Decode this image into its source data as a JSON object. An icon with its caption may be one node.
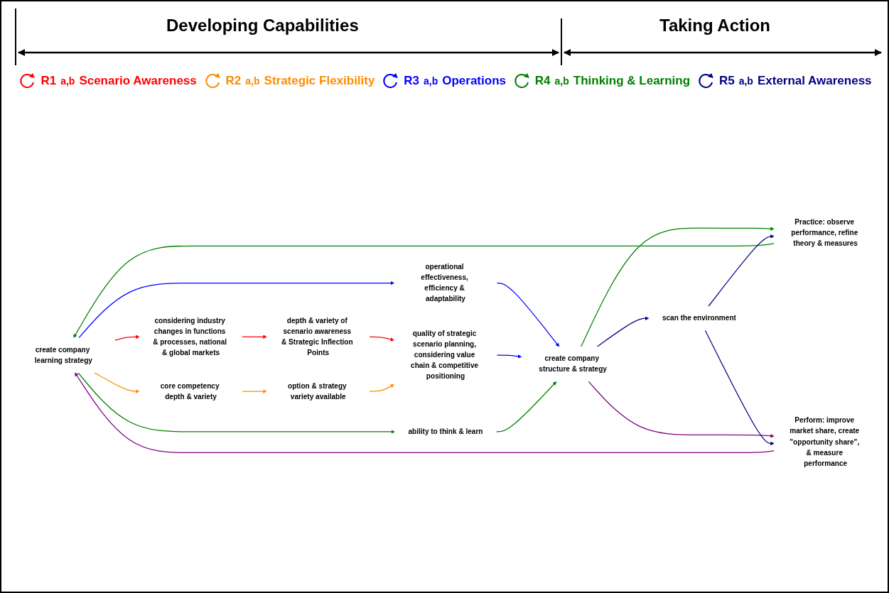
{
  "diagram": {
    "nodes": [
      {
        "text": [
          "create company learning strategy"
        ]
      },
      {
        "text": [
          "considering industry changes in functions & processes, national & global markets"
        ]
      },
      {
        "text": [
          "core competency depth & variety"
        ]
      },
      {
        "text": [
          "operational effectiveness, efficiency & adaptability"
        ]
      },
      {
        "text": [
          "ability to think & learn"
        ]
      },
      {
        "text": [
          "Practice: observe performance, refine theory & measures"
        ]
      },
      {
        "text": [
          "Perform: improve market share, create \"opportunity share\", & measure performance"
        ]
      },
      {
        "text": [
          "depth & variety of scenario awareness & Strategic Inflection Points"
        ]
      },
      {
        "text": [
          "option & strategy variety available"
        ]
      },
      {
        "text": [
          "quality of strategic scenario planning, considering value chain & competitive positioning"
        ]
      },
      {
        "text": [
          "create company structure & strategy"
        ]
      },
      {
        "text": [
          "scan the environment"
        ]
      }
    ],
    "edges": [
      {
        "from": 0,
        "to": 1,
        "arrow": "to",
        "color": "#ff0000"
      },
      {
        "from": 0,
        "to": 2,
        "arrow": "to",
        "color": "#ff8c00"
      },
      {
        "from": 0,
        "to": 3,
        "arrow": "to",
        "color": "#0000ff"
      },
      {
        "from": 0,
        "to": 4,
        "arrow": "to",
        "color": "#008000"
      },
      {
        "from": 1,
        "to": 7,
        "arrow": "to",
        "color": "#ff0000"
      },
      {
        "from": 7,
        "to": 9,
        "arrow": "to",
        "color": "#ff0000"
      },
      {
        "from": 2,
        "to": 8,
        "arrow": "to",
        "color": "#ff8c00"
      },
      {
        "from": 8,
        "to": 9,
        "arrow": "to",
        "color": "#ff8c00"
      },
      {
        "from": 3,
        "to": 10,
        "arrow": "to",
        "color": "#0000ff"
      },
      {
        "from": 9,
        "to": 10,
        "arrow": "to",
        "color": "#0000ff"
      },
      {
        "from": 4,
        "to": 10,
        "arrow": "to",
        "color": "#008000"
      },
      {
        "from": 10,
        "to": 5,
        "arrow": "to",
        "color": "#008000"
      },
      {
        "from": 5,
        "to": 0,
        "arrow": "to",
        "color": "#008000"
      },
      {
        "from": 10,
        "to": 6,
        "arrow": "to",
        "color": "#800080"
      },
      {
        "from": 6,
        "to": 0,
        "arrow": "to",
        "color": "#800080"
      },
      {
        "from": 10,
        "to": 11,
        "arrow": "to",
        "color": "#000080"
      },
      {
        "from": 11,
        "to": 5,
        "arrow": "to",
        "color": "#000080"
      },
      {
        "from": 11,
        "to": 6,
        "arrow": "to",
        "color": "#000080"
      }
    ],
    "labels": [
      "Developing Capabilities",
      "Taking Action",
      "R1",
      "a,b",
      "Scenario Awareness",
      "R2",
      "a,b",
      "Strategic Flexibility",
      "R3",
      "a,b",
      "Operations",
      "R4",
      "a,b",
      "Thinking & Learning",
      "R5",
      "a,b",
      "External Awareness"
    ]
  }
}
